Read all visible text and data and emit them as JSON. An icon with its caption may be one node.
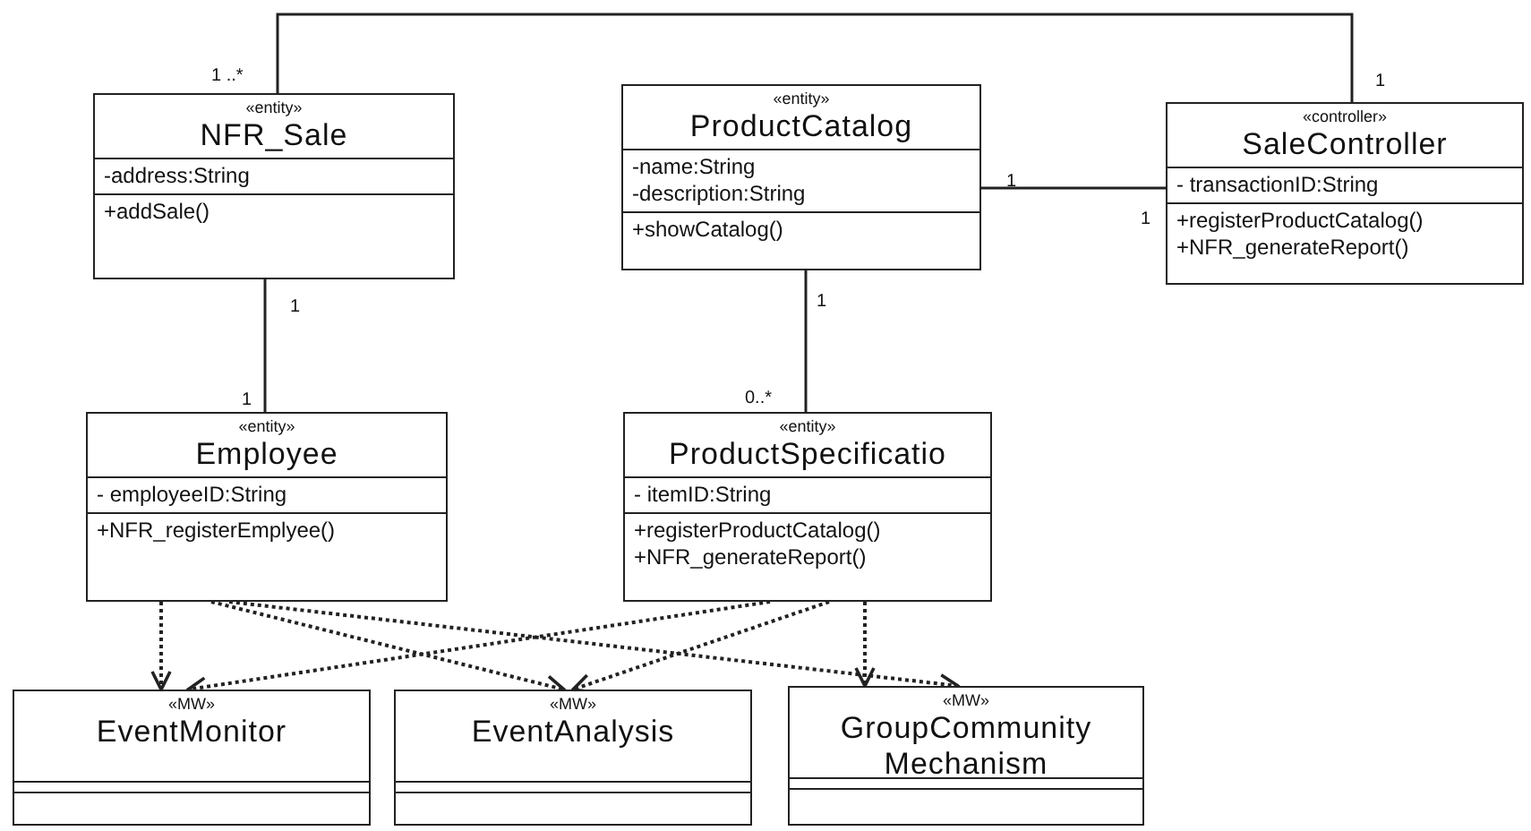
{
  "diagram": {
    "nodes": [
      {
        "text": [
          "«entity»",
          "NFR_Sale",
          "-address:String",
          "+addSale()"
        ]
      },
      {
        "text": [
          "«entity»",
          "ProductCatalog",
          "-name:String",
          "-description:String",
          "+showCatalog()"
        ]
      },
      {
        "text": [
          "«controller»",
          "SaleController",
          "- transactionID:String",
          "+registerProductCatalog()",
          "+NFR_generateReport()"
        ]
      },
      {
        "text": [
          "«entity»",
          "Employee",
          "- employeeID:String",
          "+NFR_registerEmplyee()"
        ]
      },
      {
        "text": [
          "«entity»",
          "ProductSpecificatio",
          "- itemID:String",
          "+registerProductCatalog()",
          "+NFR_generateReport()"
        ]
      },
      {
        "text": [
          "«MW»",
          "EventMonitor"
        ]
      },
      {
        "text": [
          "«MW»",
          "EventAnalysis"
        ]
      },
      {
        "text": [
          "«MW»",
          "GroupCommunity Mechanism"
        ]
      }
    ],
    "edges": [
      {
        "from": 0,
        "to": 2,
        "arrow": "none"
      },
      {
        "from": 1,
        "to": 2,
        "arrow": "none"
      },
      {
        "from": 0,
        "to": 3,
        "arrow": "none"
      },
      {
        "from": 1,
        "to": 4,
        "arrow": "none"
      },
      {
        "from": 3,
        "to": 5,
        "arrow": "to",
        "style": "dashed"
      },
      {
        "from": 3,
        "to": 6,
        "arrow": "to",
        "style": "dashed"
      },
      {
        "from": 3,
        "to": 7,
        "arrow": "to",
        "style": "dashed"
      },
      {
        "from": 4,
        "to": 5,
        "arrow": "to",
        "style": "dashed"
      },
      {
        "from": 4,
        "to": 6,
        "arrow": "to",
        "style": "dashed"
      },
      {
        "from": 4,
        "to": 7,
        "arrow": "to",
        "style": "dashed"
      }
    ],
    "labels": [
      "1 ..*",
      "1",
      "1",
      "1",
      "1",
      "1",
      "1",
      "0..*"
    ]
  }
}
